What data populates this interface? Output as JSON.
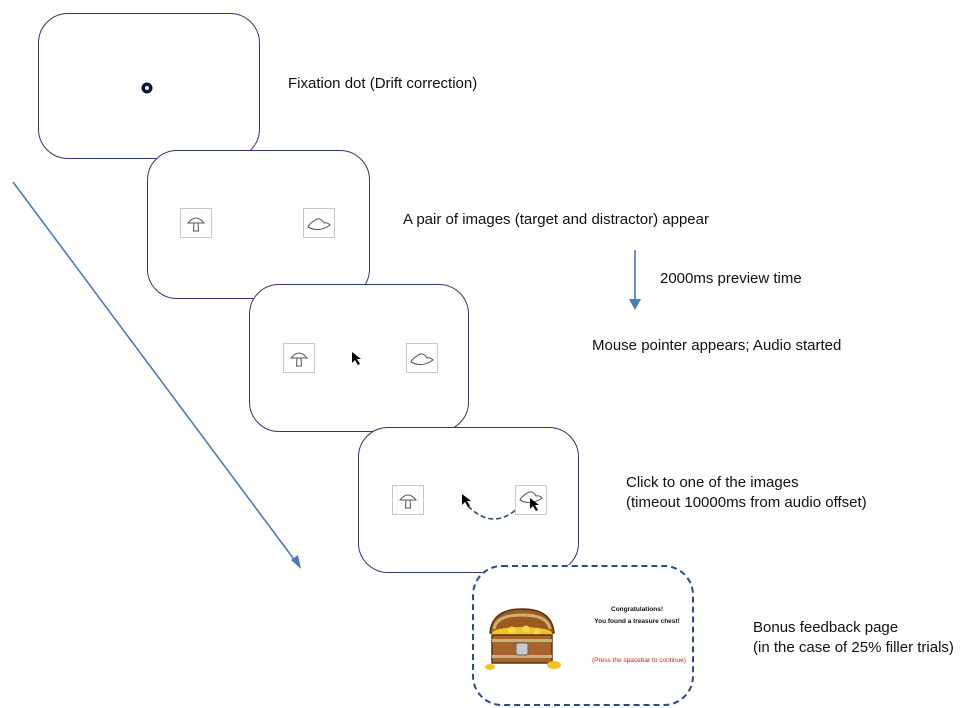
{
  "steps": {
    "fixation": "Fixation dot (Drift correction)",
    "pair": "A pair of images (target and distractor) appear",
    "preview": "2000ms preview time",
    "pointer": "Mouse pointer appears; Audio started",
    "click_line1": "Click to one of the images",
    "click_line2": "(timeout 10000ms from audio offset)",
    "bonus_line1": "Bonus feedback page",
    "bonus_line2": "(in the case of 25% filler trials)"
  },
  "feedback_screen": {
    "title": "Congratulations!",
    "subtitle": "You found a treasure chest!",
    "instruction": "(Press the spacebar to continue)"
  },
  "colors": {
    "screen_border": "#2b3b73",
    "arrow": "#4a7ab8",
    "instruction_text": "#d42020"
  },
  "icons": {
    "target": "mushroom-icon",
    "distractor": "hat-icon",
    "cursor": "mouse-pointer-icon",
    "reward": "treasure-chest-icon"
  }
}
